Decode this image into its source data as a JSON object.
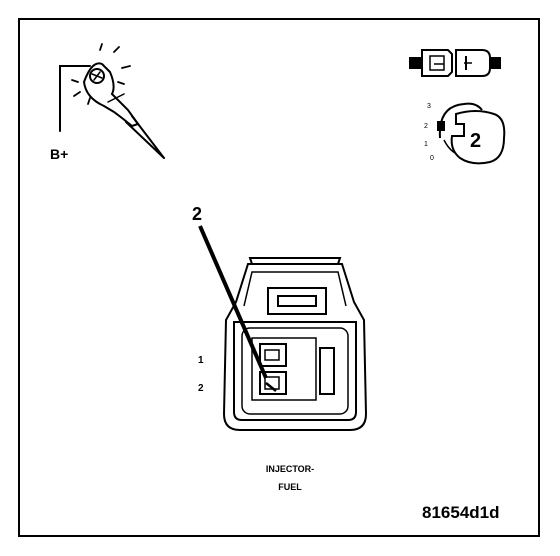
{
  "power_label": "B+",
  "callout_label": "2",
  "cavity_labels": [
    "1",
    "2"
  ],
  "inspection_view": {
    "scale_labels": [
      "3",
      "2",
      "1",
      "0"
    ],
    "terminal_label": "2"
  },
  "component_name": {
    "line1": "INJECTOR-",
    "line2": "FUEL"
  },
  "figure_id": "81654d1d"
}
